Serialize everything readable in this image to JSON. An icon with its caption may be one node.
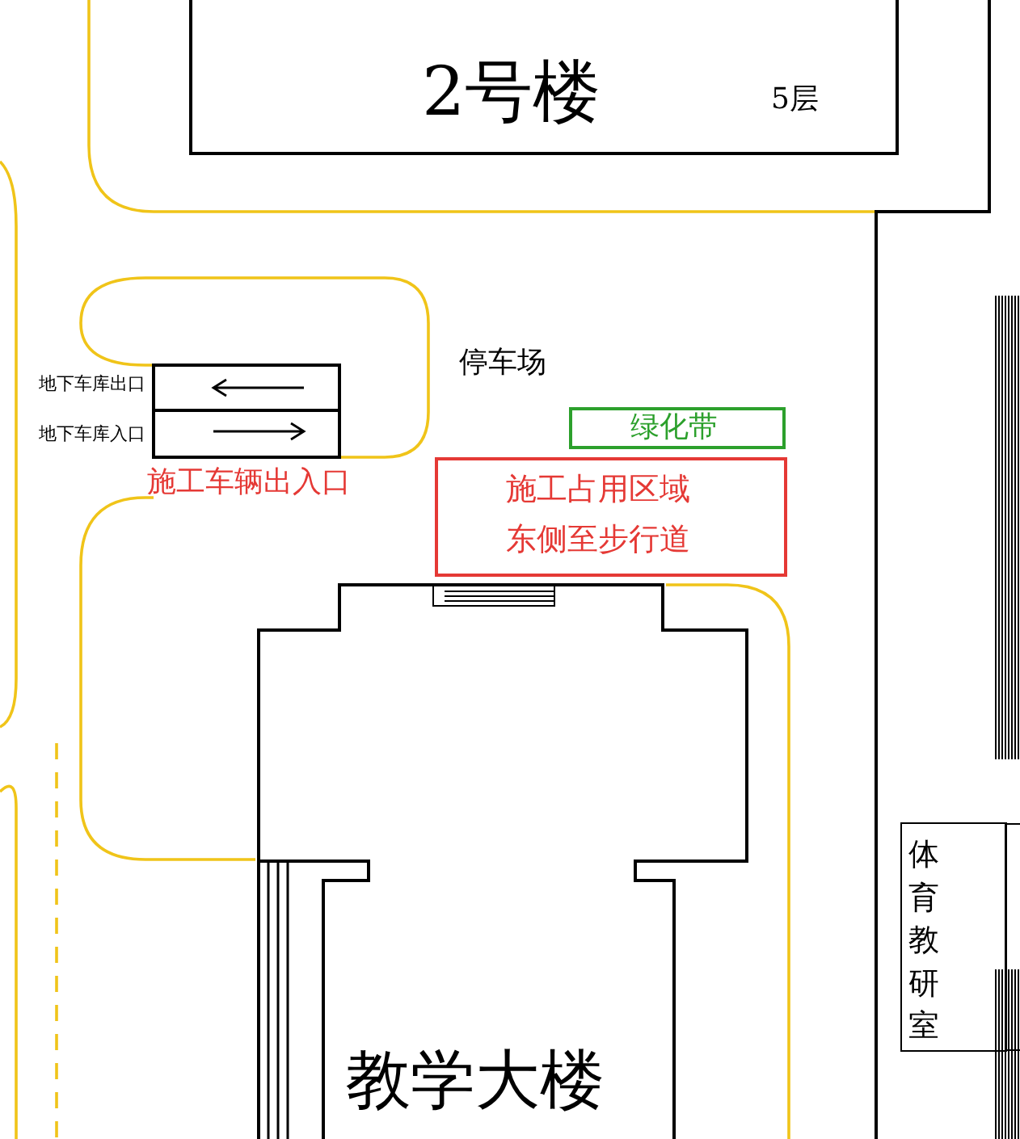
{
  "diagram": {
    "nodes": [
      {
        "text": [
          "2号楼",
          "5层"
        ]
      },
      {
        "text": [
          "绿化带"
        ]
      },
      {
        "text": [
          "施工占用区域",
          "东侧至步行道"
        ]
      },
      {
        "text": [
          "教学大楼"
        ]
      },
      {
        "text": [
          "体育教研室"
        ]
      }
    ],
    "labels": [
      "停车场",
      "地下车库出口",
      "地下车库入口",
      "施工车辆出入口"
    ]
  }
}
